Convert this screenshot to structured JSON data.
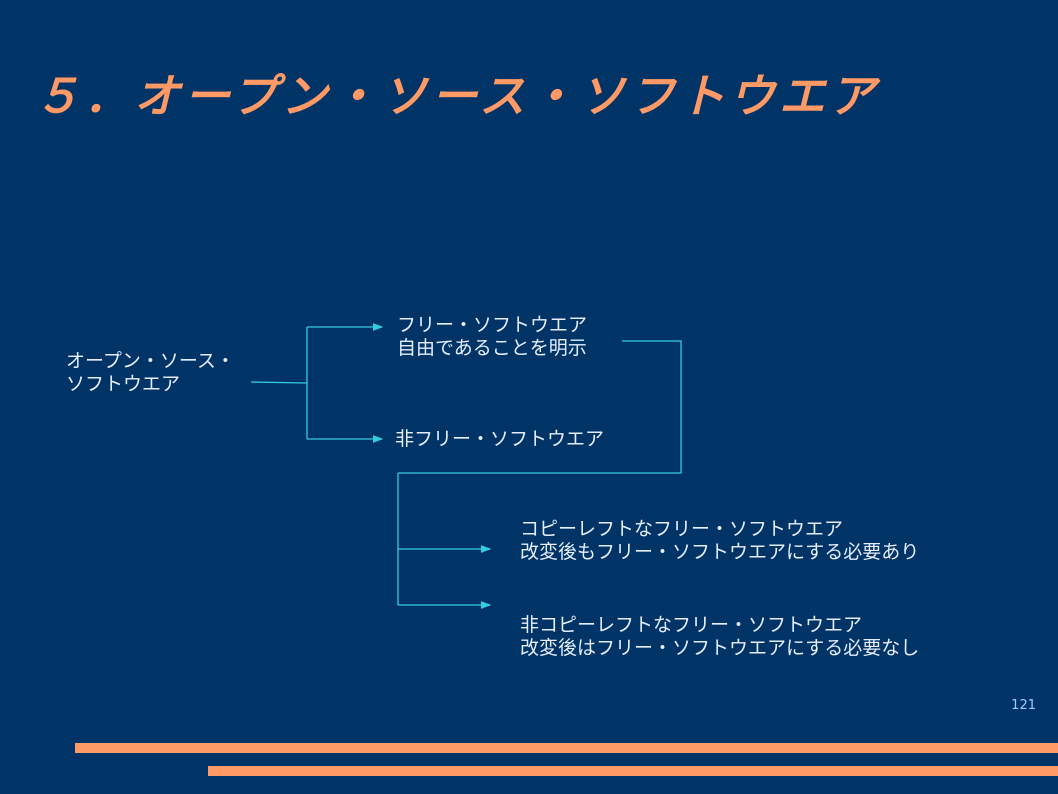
{
  "title": "５．オープン・ソース・ソフトウエア",
  "nodes": {
    "root": [
      "オープン・ソース・",
      "ソフトウエア"
    ],
    "free": [
      "フリー・ソフトウエア",
      "自由であることを明示"
    ],
    "nonfree": "非フリー・ソフトウエア",
    "copyleft": [
      "コピーレフトなフリー・ソフトウエア",
      "改変後もフリー・ソフトウエアにする必要あり"
    ],
    "noncopyleft": [
      "非コピーレフトなフリー・ソフトウエア",
      "改変後はフリー・ソフトウエアにする必要なし"
    ]
  },
  "page_number": "121",
  "colors": {
    "background": "#003366",
    "accent": "#ff9966",
    "connector": "#33ccdd"
  }
}
